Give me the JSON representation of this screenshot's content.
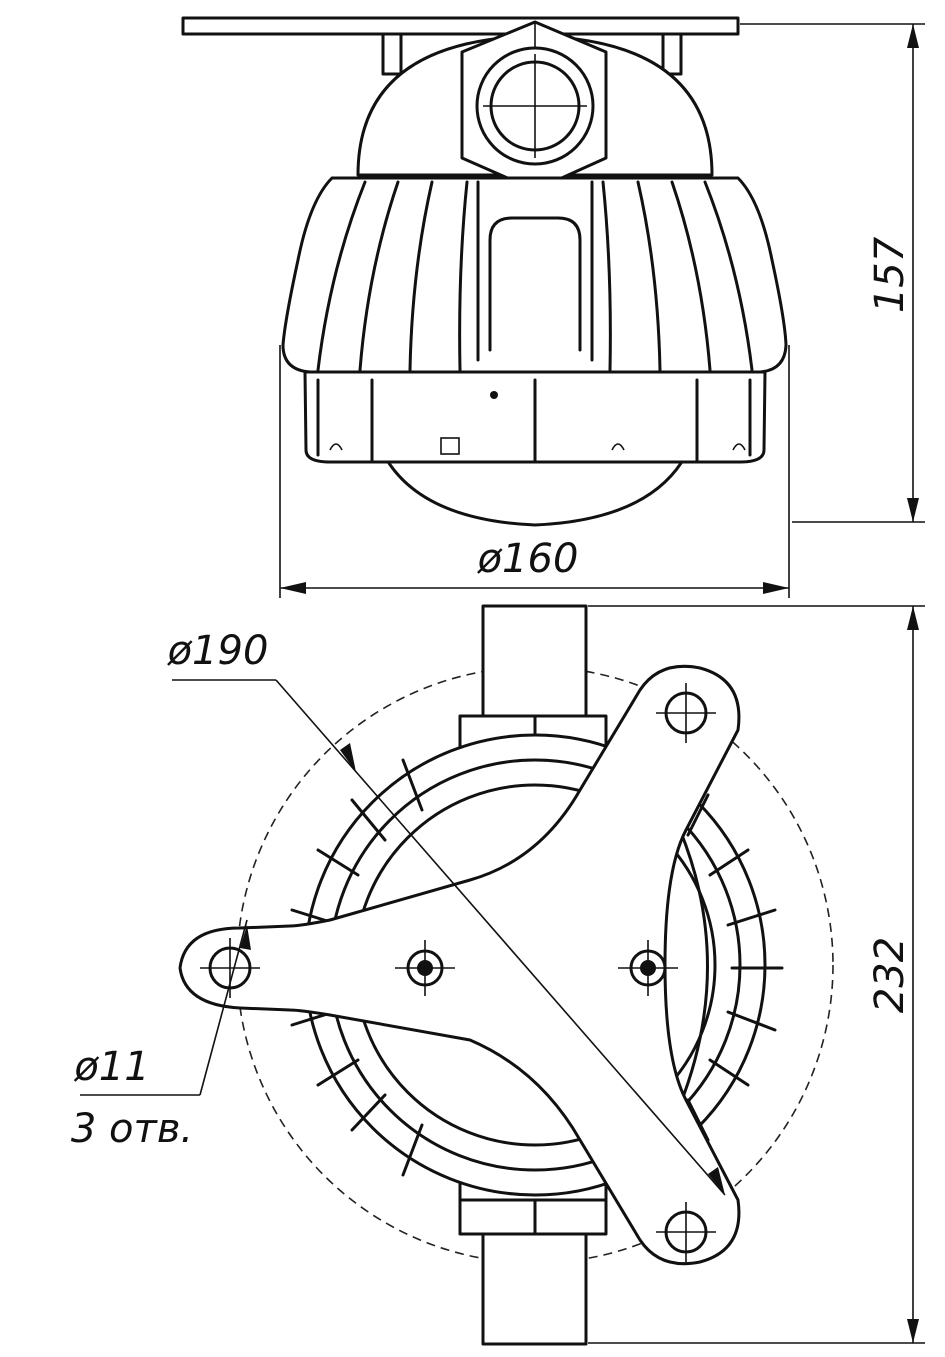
{
  "dimensions": {
    "height_side": "157",
    "diameter_body": "ø160",
    "diameter_mount": "ø190",
    "height_total": "232",
    "hole_diameter": "ø11",
    "hole_count": "3 отв."
  }
}
